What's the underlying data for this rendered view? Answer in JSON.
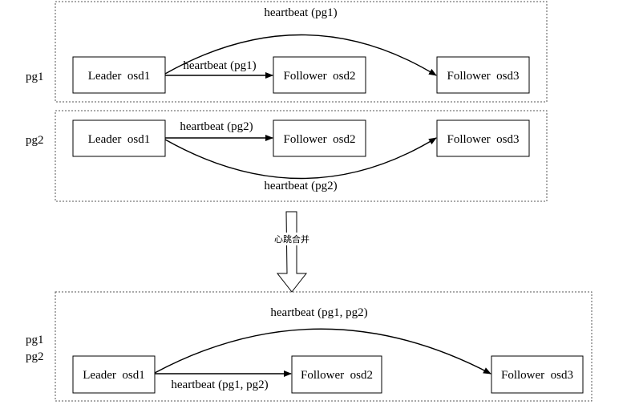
{
  "before": {
    "pg1": {
      "row_label": "pg1",
      "leader": "Leader  osd1",
      "follower2": "Follower  osd2",
      "follower3": "Follower  osd3",
      "edge_direct": "heartbeat (pg1)",
      "edge_curved": "heartbeat (pg1)"
    },
    "pg2": {
      "row_label": "pg2",
      "leader": "Leader  osd1",
      "follower2": "Follower  osd2",
      "follower3": "Follower  osd3",
      "edge_direct": "heartbeat (pg2)",
      "edge_curved": "heartbeat (pg2)"
    }
  },
  "transition": {
    "label": "心跳合并"
  },
  "after": {
    "row_label_1": "pg1",
    "row_label_2": "pg2",
    "leader": "Leader  osd1",
    "follower2": "Follower  osd2",
    "follower3": "Follower  osd3",
    "edge_direct": "heartbeat (pg1, pg2)",
    "edge_curved": "heartbeat (pg1, pg2)"
  },
  "colors": {
    "stroke": "#000000",
    "background": "#ffffff",
    "group_border": "#555555"
  }
}
